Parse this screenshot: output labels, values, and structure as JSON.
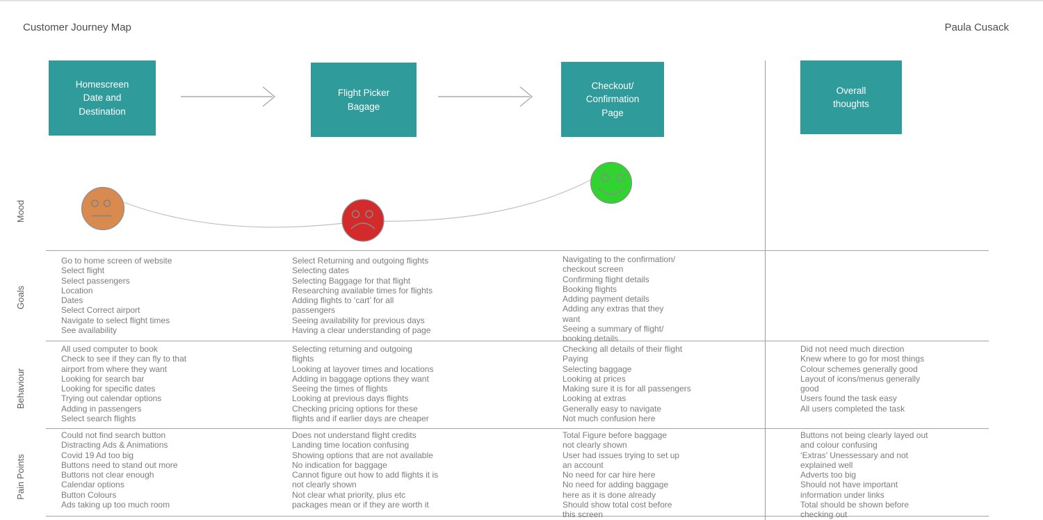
{
  "header": {
    "title": "Customer Journey Map",
    "author": "Paula Cusack"
  },
  "row_labels": {
    "mood": "Mood",
    "goals": "Goals",
    "behaviour": "Behaviour",
    "pain_points": "Pain Points"
  },
  "stages": [
    {
      "id": "homescreen",
      "title": "Homescreen\nDate and\nDestination",
      "mood": {
        "type": "neutral",
        "color": "#d98a4f"
      }
    },
    {
      "id": "flight-picker",
      "title": "Flight Picker\nBagage",
      "mood": {
        "type": "sad",
        "color": "#d32b2b"
      }
    },
    {
      "id": "checkout",
      "title": "Checkout/\nConfirmation\nPage",
      "mood": {
        "type": "happy",
        "color": "#30d330"
      }
    },
    {
      "id": "overall",
      "title": "Overall\nthoughts"
    }
  ],
  "goals": {
    "homescreen": [
      "Go to home screen of website",
      "Select flight",
      "Select passengers",
      "Location",
      "Dates",
      "Select Correct airport",
      "Navigate to select flight times",
      "See availability"
    ],
    "flight_picker": [
      "Select Returning and outgoing flights",
      "Selecting dates",
      "Selecting Baggage for that flight",
      "Researching available times for flights",
      "Adding flights to ‘cart’ for all\npassengers",
      "Seeing availability for previous days",
      "Having a clear understanding of page"
    ],
    "checkout": [
      "Navigating to the confirmation/\ncheckout screen",
      "Confirming flight details",
      "Booking flights",
      "Adding payment details",
      "Adding any extras that they\nwant",
      "Seeing a summary of flight/\nbooking details"
    ]
  },
  "behaviour": {
    "homescreen": [
      "All used computer to book",
      "Check to see if they can fly to that\nairport from where they want",
      "Looking for search bar",
      "Looking for specific dates",
      "Trying out calendar options",
      "Adding in passengers",
      "Select search flights"
    ],
    "flight_picker": [
      "Selecting returning and outgoing\nflights",
      "Looking at layover times and locations",
      "Adding in baggage options they want",
      "Seeing the times of flights",
      "Looking at previous days flights",
      "Checking pricing options for these\nflights and if earlier days are cheaper"
    ],
    "checkout": [
      "Checking all details of their flight",
      "Paying",
      "Selecting baggage",
      "Looking at prices",
      "Making sure it is for all passengers",
      "Looking at extras",
      "Generally easy to navigate",
      "Not much confusion here"
    ],
    "overall": [
      "Did not need much direction",
      "Knew where to go for most things",
      "Colour schemes generally good",
      "Layout of icons/menus generally\ngood",
      "Users found the task easy",
      "All users completed the task"
    ]
  },
  "pain_points": {
    "homescreen": [
      "Could not find search button",
      "Distracting Ads & Animations",
      "Covid 19 Ad too big",
      "Buttons need to stand out more",
      "Buttons not clear enough",
      "Calendar options",
      "Button Colours",
      "Ads taking up too much room"
    ],
    "flight_picker": [
      "Does not understand flight credits",
      "Landing time location confusing",
      "Showing options that are not available",
      "No indication for baggage",
      "Cannot figure out how to add flights it is\nnot clearly shown",
      "Not clear what priority, plus etc\npackages mean or if they are worth it"
    ],
    "checkout": [
      "Total Figure before baggage\nnot clearly shown",
      "User had issues trying to set up\nan account",
      "No need for car hire here",
      "No need for adding baggage\nhere as it is done already",
      "Should show total cost before\nthis screen"
    ],
    "overall": [
      "Buttons not being clearly layed out\nand colour confusing",
      "‘Extras’ Unessessary and not\nexplained well",
      "Adverts too big",
      "Should not have important\ninformation under links",
      "Total should be shown before\nchecking out"
    ]
  },
  "colors": {
    "stage_box": "#2f9b9b",
    "mood_neutral": "#d98a4f",
    "mood_sad": "#d32b2b",
    "mood_happy": "#30d330"
  }
}
